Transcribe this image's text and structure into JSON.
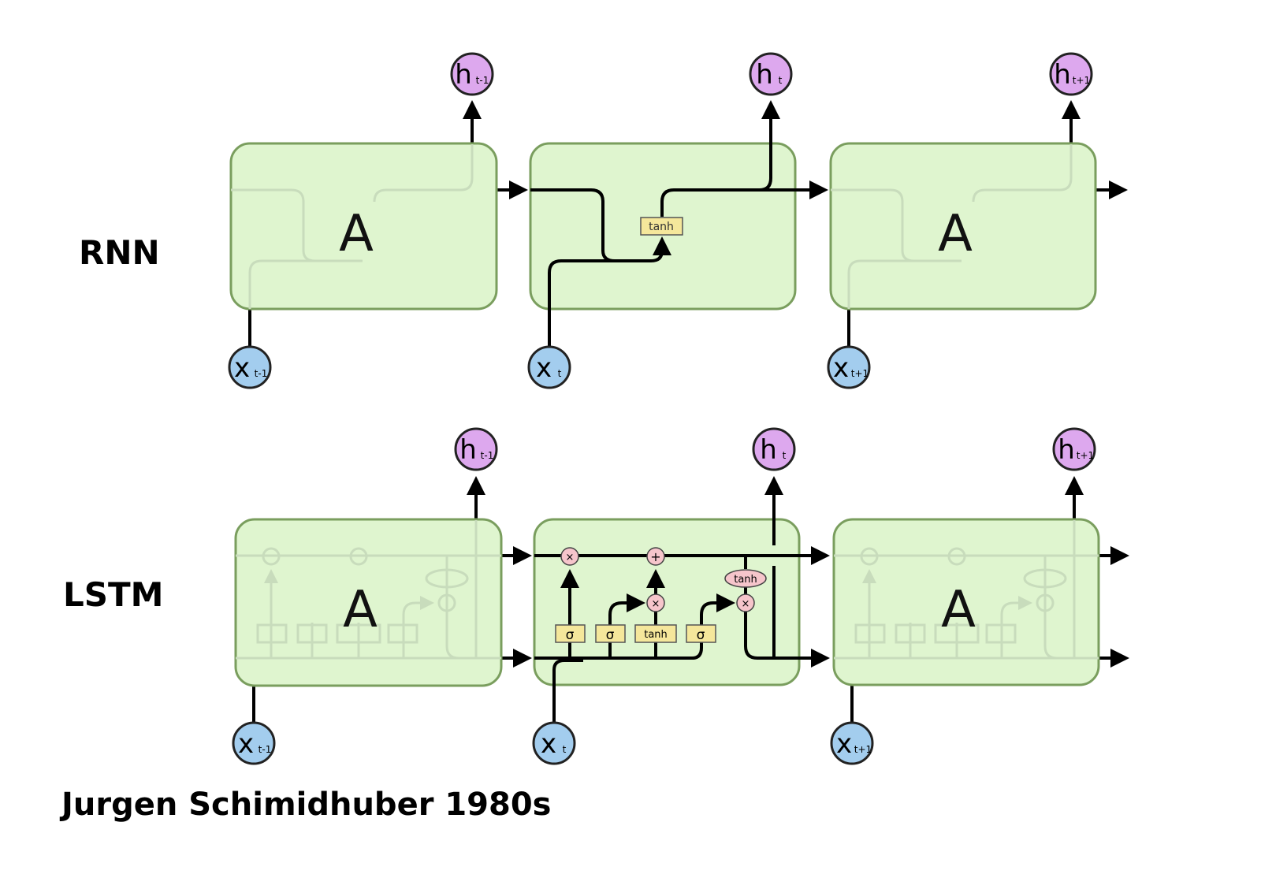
{
  "labels": {
    "rnn": "RNN",
    "lstm": "LSTM",
    "caption": "Jurgen Schimidhuber  1980s"
  },
  "cell_label": "A",
  "colors": {
    "cell_fill": "#dff5cf",
    "cell_stroke": "#7a9e5e",
    "h_fill": "#dda8ee",
    "x_fill": "#a3cdee",
    "op_fill": "#f6c5cb",
    "layer_fill": "#f5e79b"
  },
  "rnn": {
    "outputs": [
      {
        "main": "h",
        "sub": "t-1"
      },
      {
        "main": "h",
        "sub": "t"
      },
      {
        "main": "h",
        "sub": "t+1"
      }
    ],
    "inputs": [
      {
        "main": "x",
        "sub": "t-1"
      },
      {
        "main": "x",
        "sub": "t"
      },
      {
        "main": "x",
        "sub": "t+1"
      }
    ],
    "layer": "tanh"
  },
  "lstm": {
    "outputs": [
      {
        "main": "h",
        "sub": "t-1"
      },
      {
        "main": "h",
        "sub": "t"
      },
      {
        "main": "h",
        "sub": "t+1"
      }
    ],
    "inputs": [
      {
        "main": "x",
        "sub": "t-1"
      },
      {
        "main": "x",
        "sub": "t"
      },
      {
        "main": "x",
        "sub": "t+1"
      }
    ],
    "layers": [
      "σ",
      "σ",
      "tanh",
      "σ"
    ],
    "ops": {
      "multiply": "×",
      "add": "+",
      "tanh": "tanh"
    }
  }
}
